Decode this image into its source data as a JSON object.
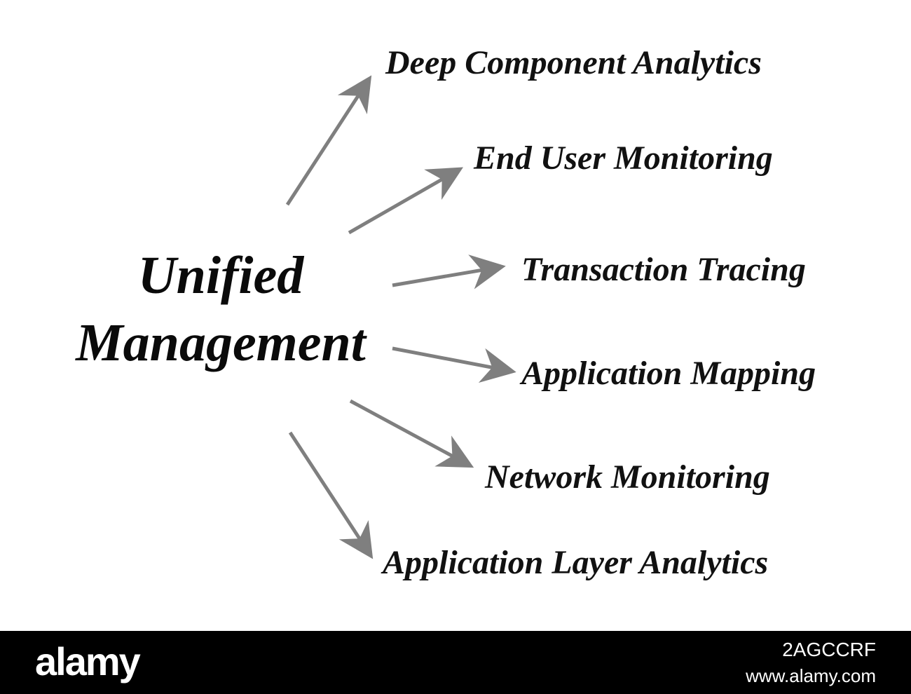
{
  "center": {
    "line1": "Unified",
    "line2": "Management"
  },
  "items": [
    "Deep Component Analytics",
    "End User Monitoring",
    "Transaction Tracing",
    "Application Mapping",
    "Network Monitoring",
    "Application Layer Analytics"
  ],
  "colors": {
    "arrow": "#7f7f7f",
    "text": "#111111",
    "footer_bg": "#000000",
    "footer_text": "#ffffff"
  },
  "footer": {
    "brand": "alamy",
    "image_id": "2AGCCRF",
    "url": "www.alamy.com"
  }
}
